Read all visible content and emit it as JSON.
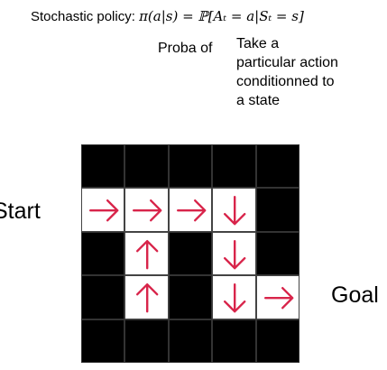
{
  "formula": {
    "label": "Stochastic policy:",
    "expression": "π(a|s) = ℙ[Aₜ = a|Sₜ = s]"
  },
  "annotations": {
    "proba_of": "Proba of",
    "action_lines": [
      "Take a",
      "particular action",
      "conditionned to",
      "a state"
    ]
  },
  "labels": {
    "start": "Start",
    "goal": "Goal"
  },
  "colors": {
    "wall": "#000000",
    "open": "#ffffff",
    "arrow": "#d8244a"
  },
  "grid": {
    "rows": 5,
    "cols": 5,
    "cells": [
      [
        "wall",
        "wall",
        "wall",
        "wall",
        "wall"
      ],
      [
        "right",
        "right",
        "right",
        "down",
        "wall"
      ],
      [
        "wall",
        "up",
        "wall",
        "down",
        "wall"
      ],
      [
        "wall",
        "up",
        "wall",
        "down",
        "right"
      ],
      [
        "wall",
        "wall",
        "wall",
        "wall",
        "wall"
      ]
    ]
  }
}
